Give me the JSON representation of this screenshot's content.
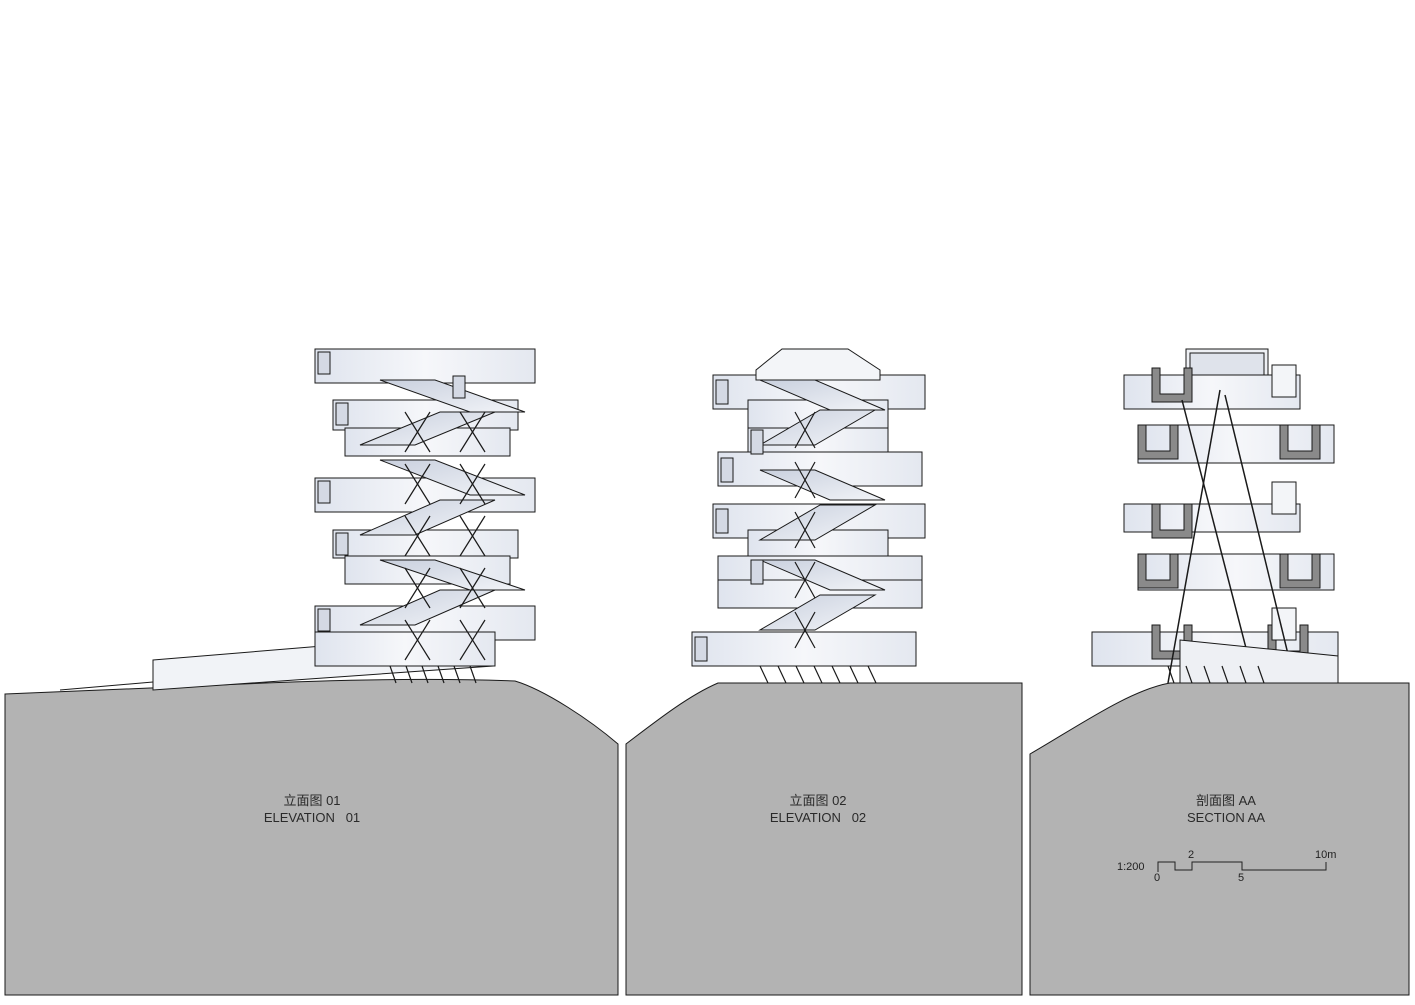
{
  "panels": [
    {
      "id": "elev01",
      "title_cn": "立面图 01",
      "title_en": "ELEVATION   01"
    },
    {
      "id": "elev02",
      "title_cn": "立面图 02",
      "title_en": "ELEVATION   02"
    },
    {
      "id": "secAA",
      "title_cn": "剖面图 AA",
      "title_en": "SECTION AA"
    }
  ],
  "scale_bar": {
    "ratio": "1:200",
    "ticks": [
      "0",
      "2",
      "5",
      "10m"
    ]
  },
  "colors": {
    "ground": "#b3b3b3",
    "building": "#eef0f4",
    "building_shade": "#d6dbe6",
    "line": "#1a1a1a",
    "section_cut": "#8a8a8a"
  }
}
